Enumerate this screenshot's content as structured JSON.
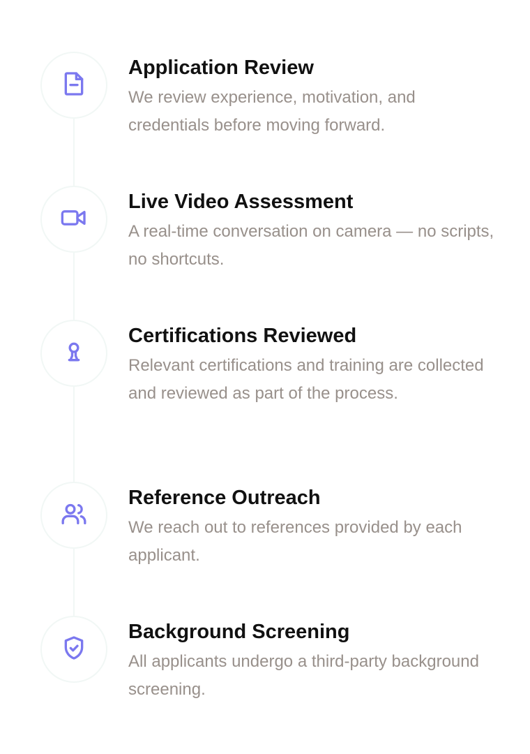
{
  "steps": [
    {
      "icon": "document-icon",
      "title": "Application Review",
      "description": "We review experience, motivation, and credentials before moving forward."
    },
    {
      "icon": "video-camera-icon",
      "title": "Live Video Assessment",
      "description": "A real-time conversation on camera — no scripts, no shortcuts."
    },
    {
      "icon": "award-icon",
      "title": "Certifications Reviewed",
      "description": "Relevant certifications and training are collected and reviewed as part of the process."
    },
    {
      "icon": "users-icon",
      "title": "Reference Outreach",
      "description": "We reach out to references provided by each applicant."
    },
    {
      "icon": "shield-check-icon",
      "title": "Background Screening",
      "description": "All applicants undergo a third-party background screening."
    }
  ],
  "colors": {
    "icon_accent": "#7b78ef",
    "title": "#111111",
    "description": "#98908b",
    "circle_border": "#f1f7f5",
    "connector": "#f1f7f5"
  }
}
